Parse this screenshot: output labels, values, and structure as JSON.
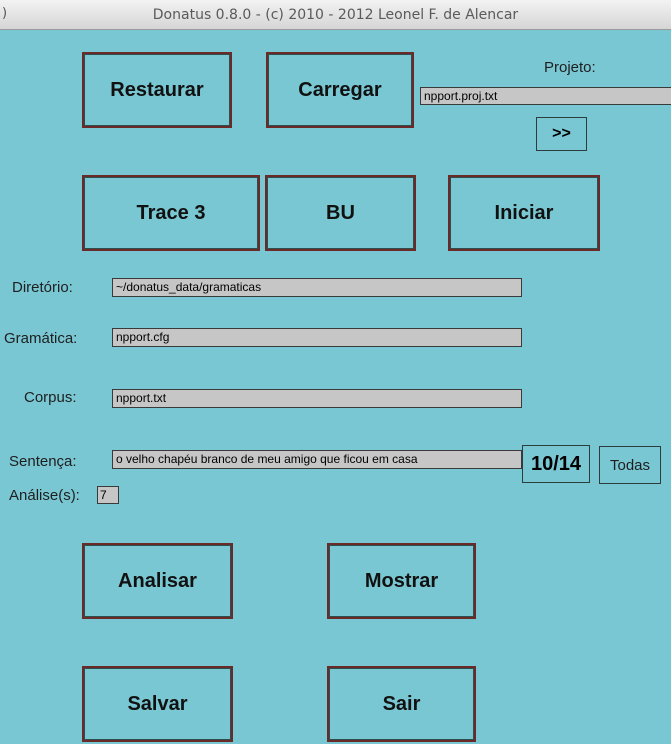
{
  "window": {
    "title": "Donatus 0.8.0 - (c) 2010 - 2012 Leonel F. de Alencar",
    "edge_glyph": ")"
  },
  "buttons": {
    "restaurar": "Restaurar",
    "carregar": "Carregar",
    "arrow": ">>",
    "trace": "Trace 3",
    "bu": "BU",
    "iniciar": "Iniciar",
    "analisar": "Analisar",
    "mostrar": "Mostrar",
    "salvar": "Salvar",
    "sair": "Sair",
    "todas": "Todas"
  },
  "projeto": {
    "label": "Projeto:",
    "value": "npport.proj.txt"
  },
  "fields": {
    "diretorio": {
      "label": "Diretório:",
      "value": "~/donatus_data/gramaticas"
    },
    "gramatica": {
      "label": "Gramática:",
      "value": "npport.cfg"
    },
    "corpus": {
      "label": "Corpus:",
      "value": "npport.txt"
    },
    "sentenca": {
      "label": "Sentença:",
      "value": "o velho chapéu branco de meu amigo que ficou em casa"
    }
  },
  "sentence_counter": "10/14",
  "analises": {
    "label": "Análise(s):",
    "value": "7"
  }
}
